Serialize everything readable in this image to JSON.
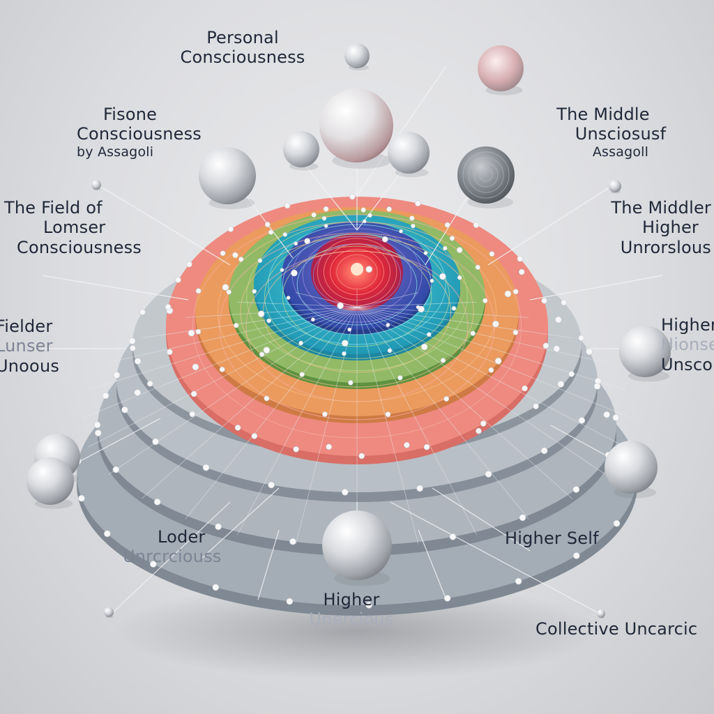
{
  "labels": {
    "personal_consciousness": [
      "Personal",
      "Consciousness"
    ],
    "fisone": [
      "Fisone",
      "Consciousness",
      "by Assagoli"
    ],
    "middle_unconscious": [
      "The Middle",
      "Unsciosusf",
      "Assagoll"
    ],
    "field_lower": [
      "The Field of",
      "Lomser",
      "Consciousness"
    ],
    "middler_higher": [
      "The Middler",
      "Higher",
      "Unrorslous"
    ],
    "fielder": [
      "Fielder",
      "Lunser",
      "Unoous"
    ],
    "higher_right": [
      "Higher",
      "Hionse",
      "Unscous"
    ],
    "loder": [
      "Loder",
      "Unrcrciouss"
    ],
    "higher_self": "Higher  Self",
    "higher_bottom": [
      "Higher",
      "Unercious"
    ],
    "collective": "Collective Uncarcic"
  },
  "colors": {
    "background": "#dcdde0",
    "outer_disc": "#9da6b0",
    "pink_layer": "#ee8a80",
    "orange_layer": "#ea9a5d",
    "green_layer": "#8fb865",
    "teal_layer": "#2fb4c6",
    "blue_layer": "#3f62b8",
    "core_red": "#e02a3a",
    "text": "#1f2738"
  }
}
